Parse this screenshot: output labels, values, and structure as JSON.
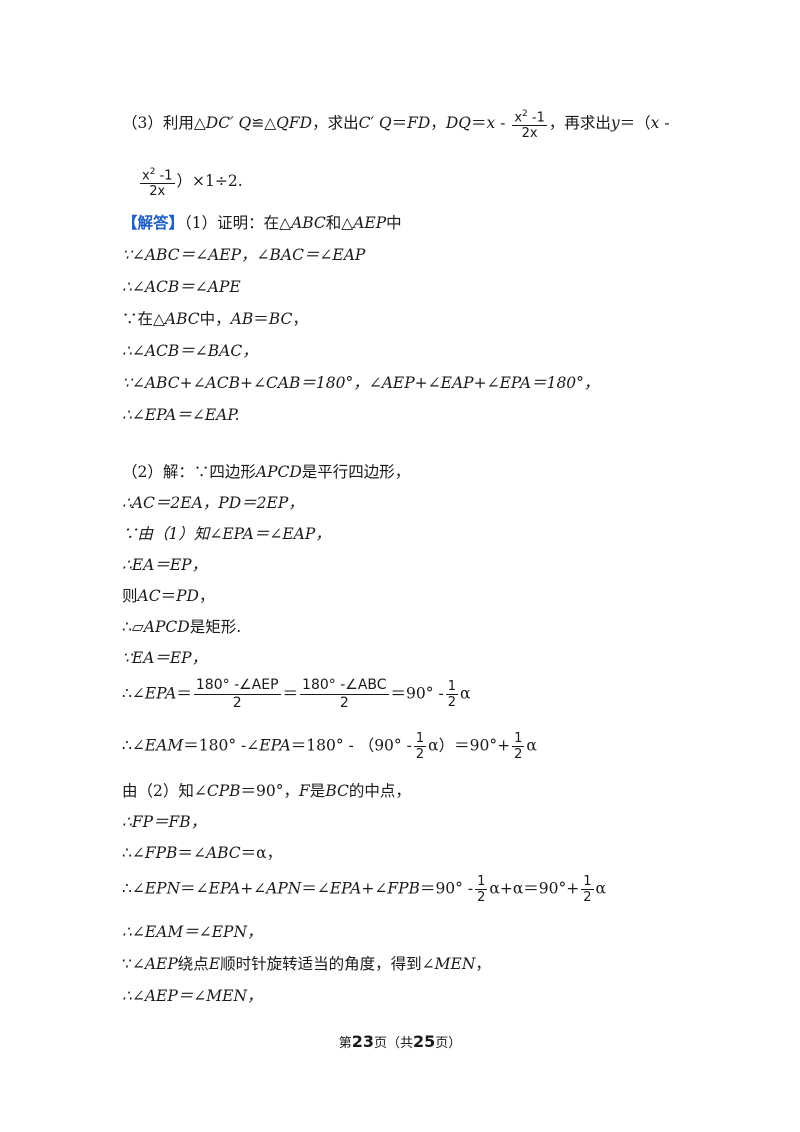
{
  "lines": {
    "l1": {
      "a": "（3）利用△",
      "b": "DC′ Q",
      "c": "≌△",
      "d": "QFD",
      "e": "，求出",
      "f": "C′ Q",
      "g": "＝",
      "h": "FD",
      "i": "，",
      "j": "DQ",
      "k": "＝",
      "l": "x",
      "m": " - ",
      "n": "，再求出",
      "o": "y",
      "p": "＝（",
      "q": "x",
      "r": " -"
    },
    "frac_x2": {
      "num_a": "x",
      "num_sup": "2",
      "num_b": " -1",
      "den": "2x"
    },
    "l2": {
      "tail": "）×1÷2."
    },
    "l3": {
      "tag": "【解答】",
      "a": "（1）证明：在△",
      "b": "ABC",
      "c": "和△",
      "d": "AEP",
      "e": "中"
    },
    "l4": "∵∠ABC＝∠AEP，∠BAC＝∠EAP",
    "l5": "∴∠ACB＝∠APE",
    "l6": {
      "a": "∵在△",
      "b": "ABC",
      "c": "中，",
      "d": "AB",
      "e": "＝",
      "f": "BC",
      "g": "，"
    },
    "l7": "∴∠ACB＝∠BAC，",
    "l8": "∵∠ABC+∠ACB+∠CAB＝180°，∠AEP+∠EAP+∠EPA＝180°，",
    "l9": "∴∠EPA＝∠EAP.",
    "l10": {
      "a": "（2）解：∵四边形",
      "b": "APCD",
      "c": "是平行四边形，"
    },
    "l11": "∴AC＝2EA，PD＝2EP，",
    "l12": "∵由（1）知∠EPA＝∠EAP，",
    "l13": "∴EA＝EP，",
    "l14": {
      "a": "则",
      "b": "AC",
      "c": "＝",
      "d": "PD",
      "e": "，"
    },
    "l15": {
      "a": "∴▱",
      "b": "APCD",
      "c": "是矩形."
    },
    "l16": "∵EA＝EP，",
    "l17": {
      "a": "∴∠",
      "b": "EPA",
      "c": "＝",
      "f1_num": "180° -∠AEP",
      "f1_den": "2",
      "eq": "＝",
      "f2_num": "180° -∠ABC",
      "f2_den": "2",
      "d": "＝90° -",
      "e": "α"
    },
    "l18": {
      "a": "∴∠",
      "b": "EAM",
      "c": "＝180° -∠",
      "d": "EPA",
      "e": "＝180° - （90° -",
      "f": "α）＝90°+",
      "g": "α"
    },
    "l19": {
      "a": "由（2）知∠",
      "b": "CPB",
      "c": "＝90°，",
      "d": "F",
      "e": "是",
      "f": "BC",
      "g": "的中点，"
    },
    "l20": "∴FP＝FB，",
    "l21": {
      "a": "∴∠",
      "b": "FPB",
      "c": "＝∠",
      "d": "ABC",
      "e": "＝α，"
    },
    "l22": {
      "a": "∴∠",
      "b": "EPN",
      "c": "＝∠",
      "d": "EPA",
      "e": "+∠",
      "f": "APN",
      "g": "＝∠",
      "h": "EPA",
      "i": "+∠",
      "j": "FPB",
      "k": "＝90° -",
      "l": "α+α＝90°+",
      "m": "α"
    },
    "half": {
      "num": "1",
      "den": "2"
    },
    "l23": "∴∠EAM＝∠EPN，",
    "l24": {
      "a": "∵∠",
      "b": "AEP",
      "c": "绕点",
      "d": "E",
      "e": "顺时针旋转适当的角度，得到∠",
      "f": "MEN",
      "g": "，"
    },
    "l25": "∴∠AEP＝∠MEN，"
  },
  "footer": {
    "a": "第",
    "page": "23",
    "b": "页（共",
    "total": "25",
    "c": "页）"
  }
}
